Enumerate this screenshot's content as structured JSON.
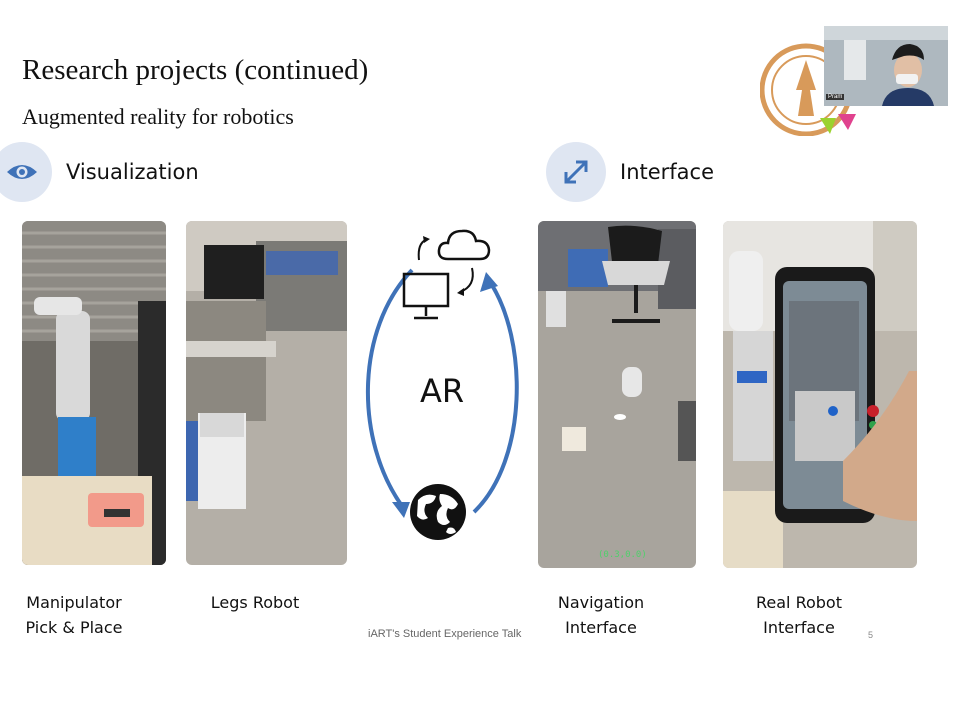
{
  "slide": {
    "title": "Research projects (continued)",
    "subtitle": "Augmented reality for robotics"
  },
  "sections": {
    "visualization": {
      "label": "Visualization",
      "icon": "eye-icon"
    },
    "interface": {
      "label": "Interface",
      "icon": "expand-arrows-icon"
    }
  },
  "diagram": {
    "center_label": "AR",
    "icons": [
      "cloud-icon",
      "monitor-icon",
      "globe-icon"
    ],
    "arrow_color": "#3f72b8"
  },
  "projects": [
    {
      "line1": "Manipulator",
      "line2": "Pick & Place"
    },
    {
      "line1": "Legs Robot",
      "line2": ""
    },
    {
      "line1": "Navigation",
      "line2": "Interface"
    },
    {
      "line1": "Real Robot",
      "line2": "Interface"
    }
  ],
  "overlay": {
    "coords": "(0.3,0.0)"
  },
  "footer": "iART's Student Experience Talk",
  "page_number": "5",
  "video": {
    "participant_name": "Pram"
  },
  "colors": {
    "badge": "#dfe6f2",
    "accent": "#3f72b8",
    "logo": "#d89a5a"
  }
}
